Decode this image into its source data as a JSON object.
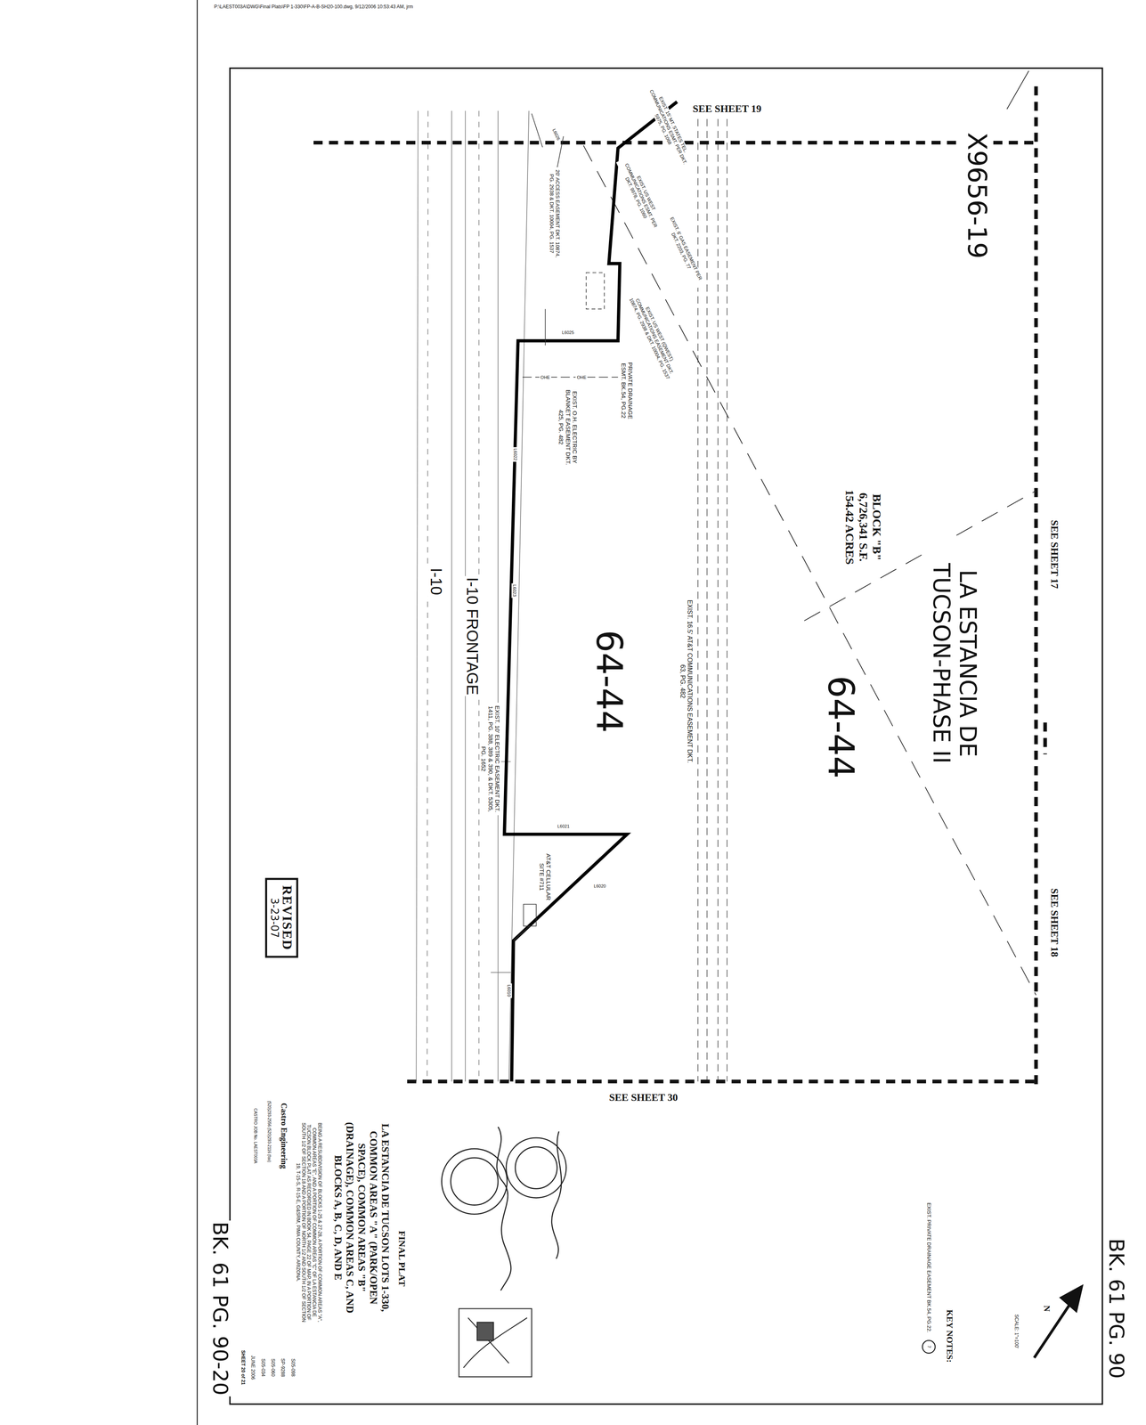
{
  "diagram": {
    "nodes": [
      {
        "text": [
          "REVISED",
          "3-23-07"
        ]
      }
    ],
    "labels": [
      "P:\\LAEST003A\\DWG\\Final Plats\\FP 1-330\\FP-A-B-SH20-100.dwg, 9/12/2006 10:53:43 AM, jrm",
      "SEE SHEET 19",
      "SEE SHEET 17",
      "SEE SHEET 18",
      "SEE SHEET 30",
      "X9656-19",
      "LA ESTANCIA DE TUCSON-PHASE II",
      "BLOCK \"B\"",
      "6,726,341 S.F.",
      "154.42 ACRES",
      "64-44",
      "64-44",
      "EXIST. 16.5' AT&T COMMUNICATIONS EASEMENT DKT. 63, PG. 482",
      "I-10 FRONTAGE",
      "I-10",
      "EXIST. 10' ELECTRIC EASEMENT DKT. 1411, PG. 388, 389 & 390, & DKT. 5305, PG. 1652",
      "AT&T CELLULAR SITE #711",
      "EXIST. O.H. ELECTRIC BY BLANKET EASEMENT DKT. 425, PG. 482",
      "PRIVATE DRAINAGE ESMT. BK.54, PG.22",
      "EXIST. US WEST (QWEST) COMMUNICATIONS EASEMENT DKT. 10874, PG. 2938 & DKT. 10004, PG. 1537",
      "EXIST. 6' GAS EASEMENT PER DKT. 2203, PG. 77",
      "EXIST. US WEST COMMUNICATIONS ESMT. PER DKT. 9978, PG. 1060",
      "EXIST. 15' MT. STATES TEL. COMMUNICATIONS ESMT. PER DKT. 5975, PG. 1068",
      "20' ACCESS EASEMENT DKT. 10874, PG. 2938 & DKT. 10004, PG. 1537",
      "OHE",
      "OHE",
      "L6026",
      "L6025",
      "L6023",
      "L6022",
      "L6021",
      "L6020",
      "L6010",
      "SCALE: 1\"=100'",
      "N",
      "KEY NOTES:",
      "7",
      "EXIST. PRIVATE DRAINAGE EASEMENT BK.54, PG.22.",
      "FINAL PLAT",
      "LA ESTANCIA DE TUCSON LOTS 1-330, COMMON AREAS \"A\" (PARK/OPEN SPACE), COMMON AREAS \"B\" (DRAINAGE), COMMON AREAS C, AND BLOCKS A, B, C, D, AND E",
      "BEING A RESUBDIVISION OF BLOCKS 1-25 & 27-28, A PORTION OF COMMON AREAS \"A\", COMMON AREAS \"E\", AND A PORTION OF COMMON AREAS \"C\" OF LA ESTANCIA DE TUCSON BLOCK PLAT AS RECORDED IN BOOK 54, PAGE 22 OF MAP, IN A PORTION OF SOUTH 1/2 OF SECTION 18 AND A PORTION OF NORTH 1/2 AND SOUTH 1/2 OF SECTION 19, T-15-S, R-15-E, G&SRM, PIMA COUNTY, ARIZONA.",
      "Castro Engineering",
      "(520)293-2556 (520)293-2116 (fax)",
      "CASTRO JOB No. LAEST003A",
      "S05-098",
      "SP-9288",
      "S05-060",
      "S05-034",
      "JUNE 2006",
      "SHEET 20 of 21",
      "BK. 61 PG. 90",
      "BK. 61 PG. 90-20"
    ]
  }
}
